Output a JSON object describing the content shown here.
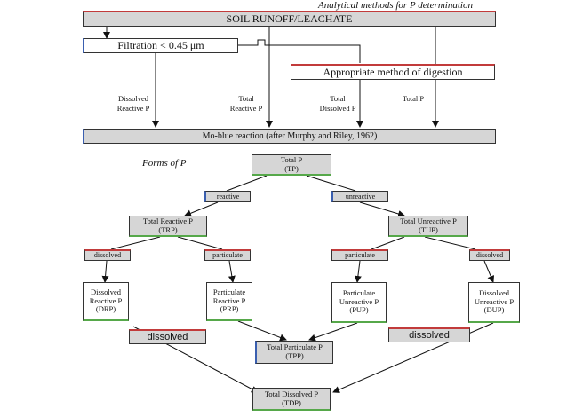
{
  "header_title": "Analytical methods for P determination",
  "forms_title": "Forms of P",
  "top": {
    "soil": "SOIL RUNOFF/LEACHATE",
    "filtration": "Filtration < 0.45 μm",
    "digestion": "Appropriate method of digestion",
    "moblue": "Mo-blue reaction (after Murphy and Riley, 1962)",
    "labels": {
      "drp_1": "Dissolved",
      "drp_2": "Reactive P",
      "trp_1": "Total",
      "trp_2": "Reactive P",
      "tdp_1": "Total",
      "tdp_2": "Dissolved P",
      "tp": "Total P"
    }
  },
  "tree": {
    "tp": {
      "l1": "Total P",
      "l2": "(TP)"
    },
    "reactive": "reactive",
    "unreactive": "unreactive",
    "trp": {
      "l1": "Total Reactive P",
      "l2": "(TRP)"
    },
    "tup": {
      "l1": "Total Unreactive P",
      "l2": "(TUP)"
    },
    "dissolved_l": "dissolved",
    "particulate_l": "particulate",
    "particulate_r": "particulate",
    "dissolved_r": "dissolved",
    "drp": {
      "l1": "Dissolved",
      "l2": "Reactive P",
      "l3": "(DRP)"
    },
    "prp": {
      "l1": "Particulate",
      "l2": "Reactive P",
      "l3": "(PRP)"
    },
    "pup": {
      "l1": "Particulate",
      "l2": "Unreactive P",
      "l3": "(PUP)"
    },
    "dup": {
      "l1": "Dissolved",
      "l2": "Unreactive P",
      "l3": "(DUP)"
    },
    "dissolved_big_l": "dissolved",
    "dissolved_big_r": "dissolved",
    "tpp": {
      "l1": "Total Particulate P",
      "l2": "(TPP)"
    },
    "tdp": {
      "l1": "Total Dissolved P",
      "l2": "(TDP)"
    }
  }
}
